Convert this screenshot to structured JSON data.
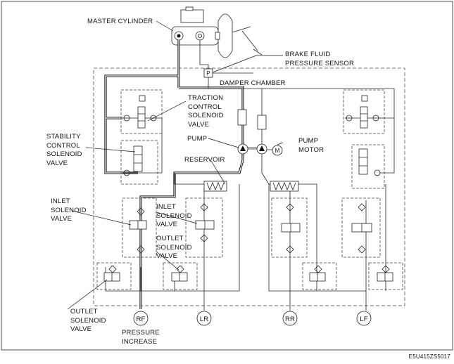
{
  "labels": {
    "master_cylinder": "MASTER CYLINDER",
    "brake_fluid_1": "BRAKE FLUID",
    "brake_fluid_2": "PRESSURE SENSOR",
    "damper_chamber": "DAMPER CHAMBER",
    "traction_1": "TRACTION",
    "traction_2": "CONTROL",
    "traction_3": "SOLENOID",
    "traction_4": "VALVE",
    "stability_1": "STABILITY",
    "stability_2": "CONTROL",
    "stability_3": "SOLENOID",
    "stability_4": "VALVE",
    "pump": "PUMP",
    "pump_motor_1": "PUMP",
    "pump_motor_2": "MOTOR",
    "reservoir": "RESERVOIR",
    "inlet_left_1": "INLET",
    "inlet_left_2": "SOLENOID",
    "inlet_left_3": "VALVE",
    "inlet_mid_1": "INLET",
    "inlet_mid_2": "SOLENOID",
    "inlet_mid_3": "VALVE",
    "outlet_mid_1": "OUTLET",
    "outlet_mid_2": "SOLENOID",
    "outlet_mid_3": "VALVE",
    "outlet_left_1": "OUTLET",
    "outlet_left_2": "SOLENOID",
    "outlet_left_3": "VALVE",
    "pressure_1": "PRESSURE",
    "pressure_2": "INCREASE",
    "code": "E5U415ZS5017"
  },
  "symbols": {
    "sensor": "P",
    "motor": "M"
  },
  "wheels": [
    "RF",
    "LR",
    "RR",
    "LF"
  ]
}
